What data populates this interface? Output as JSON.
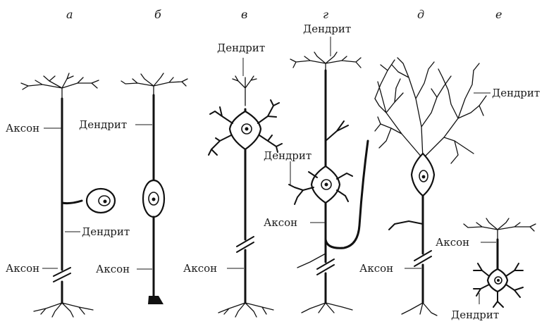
{
  "panels": [
    {
      "letter": "а",
      "labels": [
        "Аксон",
        "Дендрит",
        "Аксон"
      ]
    },
    {
      "letter": "б",
      "labels": [
        "Дендрит",
        "Аксон"
      ]
    },
    {
      "letter": "в",
      "labels": [
        "Дендрит",
        "Аксон"
      ]
    },
    {
      "letter": "г",
      "labels": [
        "Дендрит",
        "Дендрит",
        "Аксон"
      ]
    },
    {
      "letter": "д",
      "labels": [
        "Дендрит",
        "Аксон"
      ]
    },
    {
      "letter": "е",
      "labels": [
        "Аксон",
        "Дендрит"
      ]
    }
  ]
}
